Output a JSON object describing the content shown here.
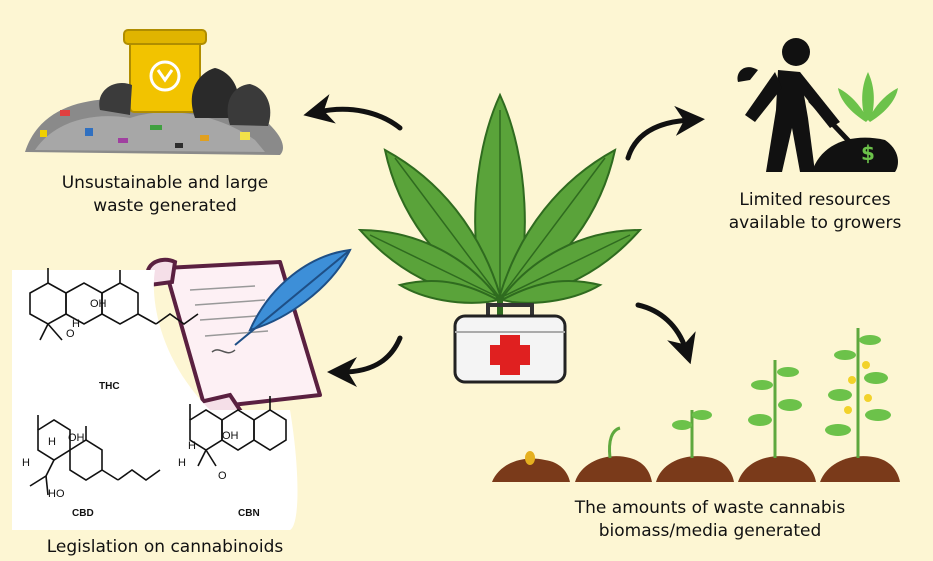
{
  "captions": {
    "waste": "Unsustainable and large\nwaste generated",
    "resources": "Limited resources\navailable to growers",
    "biomass": "The amounts of waste cannabis\nbiomass/media generated",
    "legislation": "Legislation on cannabinoids"
  },
  "molecules": {
    "thc": "THC",
    "cbd": "CBD",
    "cbn": "CBN"
  },
  "atoms": {
    "oh": "OH",
    "ho": "HO",
    "h": "H",
    "o": "O"
  },
  "resource_icon_symbol": "$",
  "colors": {
    "background": "#fdf6d3",
    "leaf": "#5aa33a",
    "leaf_dark": "#2f6b1f",
    "cross": "#e02020",
    "soil": "#7a3a1a",
    "bin": "#f2c300",
    "plant": "#6cc24a",
    "quill": "#3d8fd8"
  }
}
